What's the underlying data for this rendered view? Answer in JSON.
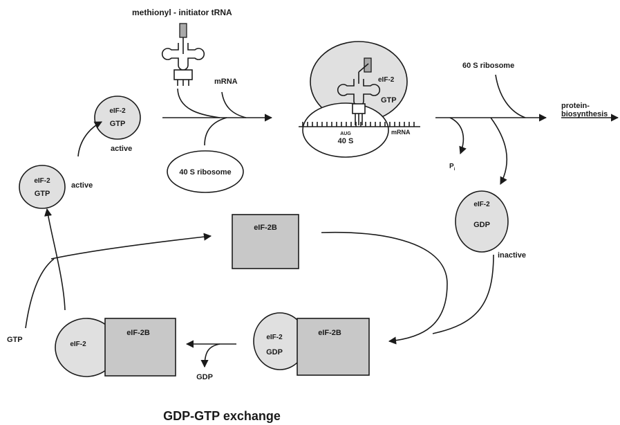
{
  "colors": {
    "stroke": "#1a1a1a",
    "shape_fill": "#e0e0e0",
    "box_fill": "#c8c8c8",
    "background": "#ffffff"
  },
  "labels": {
    "trna": "methionyl - initiator tRNA",
    "mrna_top": "mRNA",
    "mrna_complex": "mRNA",
    "eif2": "eIF-2",
    "gtp": "GTP",
    "gdp": "GDP",
    "active": "active",
    "inactive": "inactive",
    "ribosome_40s": "40 S ribosome",
    "subunit_40s": "40 S",
    "aug": "AUG",
    "ribosome_60s": "60 S ribosome",
    "protein_line1": "protein-",
    "protein_line2": "biosynthesis",
    "pi_main": "P",
    "pi_sub": "i",
    "eif2b": "eIF-2B",
    "gtp_input": "GTP",
    "gdp_output": "GDP",
    "caption": "GDP-GTP exchange"
  }
}
